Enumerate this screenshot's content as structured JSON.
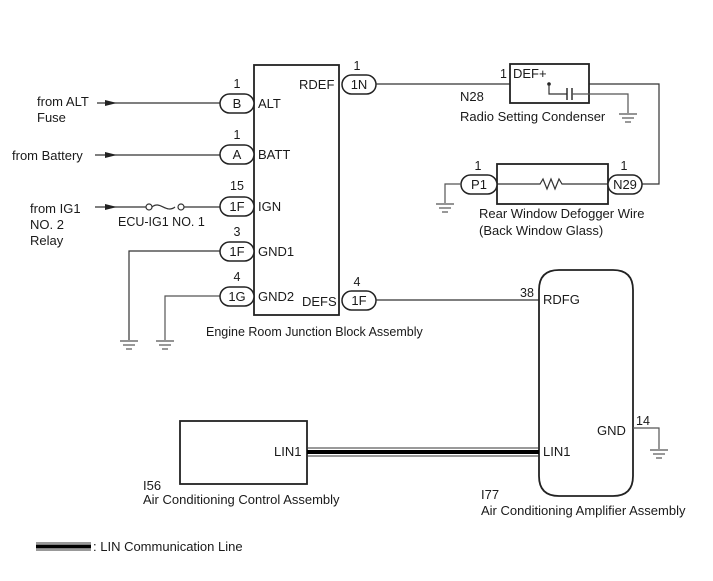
{
  "diagram": {
    "inputs": {
      "alt": [
        "from ALT",
        "Fuse"
      ],
      "battery": [
        "from Battery"
      ],
      "ig1": [
        "from IG1",
        "NO. 2",
        "Relay"
      ]
    },
    "fuse_label": "ECU-IG1 NO. 1",
    "junction_block": {
      "name": "Engine Room Junction Block Assembly",
      "pins": [
        {
          "terminal": "ALT",
          "connector": "B",
          "pin": "1"
        },
        {
          "terminal": "BATT",
          "connector": "A",
          "pin": "1"
        },
        {
          "terminal": "IGN",
          "connector": "1F",
          "pin": "15"
        },
        {
          "terminal": "GND1",
          "connector": "1F",
          "pin": "3"
        },
        {
          "terminal": "GND2",
          "connector": "1G",
          "pin": "4"
        },
        {
          "terminal": "RDEF",
          "connector": "1N",
          "pin": "1"
        },
        {
          "terminal": "DEFS",
          "connector": "1F",
          "pin": "4"
        }
      ]
    },
    "condenser": {
      "code": "N28",
      "name": "Radio Setting Condenser",
      "terminal": "DEF+",
      "pin": "1"
    },
    "defogger": {
      "name": [
        "Rear Window Defogger Wire",
        "(Back Window Glass)"
      ],
      "left_connector": "P1",
      "left_pin": "1",
      "right_connector": "N29",
      "right_pin": "1"
    },
    "ac_control": {
      "code": "I56",
      "name": "Air Conditioning Control Assembly",
      "terminal": "LIN1"
    },
    "ac_amplifier": {
      "code": "I77",
      "name": "Air Conditioning Amplifier Assembly",
      "terminals": [
        {
          "name": "RDFG",
          "pin": "38"
        },
        {
          "name": "LIN1",
          "pin": ""
        },
        {
          "name": "GND",
          "pin": "14"
        }
      ]
    },
    "legend": {
      "label": ": LIN Communication Line"
    }
  }
}
